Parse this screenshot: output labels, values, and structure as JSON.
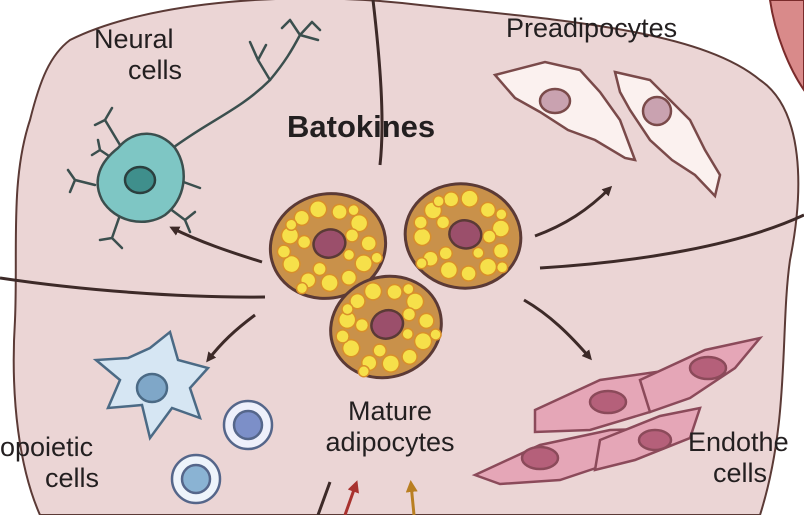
{
  "title": "Batokines",
  "labels": {
    "neural": [
      "Neural",
      "cells"
    ],
    "preadipocytes": [
      "Preadipocytes"
    ],
    "mature": [
      "Mature",
      "adipocytes"
    ],
    "hematopoietic": [
      "opoietic",
      "cells"
    ],
    "endothelial": [
      "Endothe",
      "cells"
    ]
  },
  "colors": {
    "background_blob": "#ebd5d5",
    "outline": "#5b3a36",
    "adipocyte_fill": "#c9914a",
    "adipocyte_nucleus": "#9b4f6b",
    "lipid_droplet": "#f6e04a",
    "neuron_fill": "#7ec6c4",
    "preadipocyte_fill": "#fbf1ef",
    "endothelial_fill": "#e5a6b7",
    "hematopoietic_fill": "#d6e6f3",
    "arrow": "#3d2a28"
  }
}
